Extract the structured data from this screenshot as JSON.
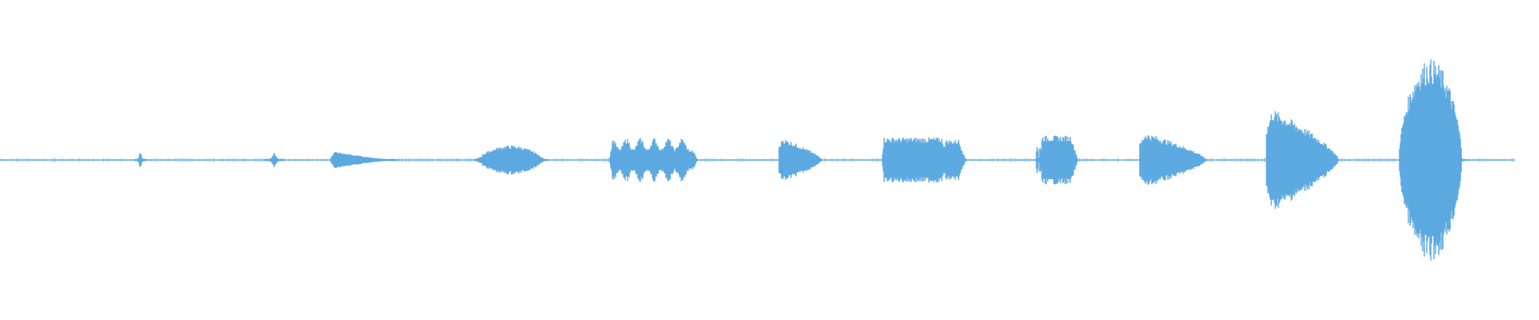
{
  "waveform": {
    "color": "#5DA9E1",
    "background": "#FFFFFF",
    "segments": [
      {
        "shape": "spike",
        "amplitude": 0.05
      },
      {
        "shape": "spike",
        "amplitude": 0.04
      },
      {
        "shape": "tapered",
        "amplitude": 0.05
      },
      {
        "shape": "lens",
        "amplitude": 0.08
      },
      {
        "shape": "ragged-bar",
        "amplitude": 0.12
      },
      {
        "shape": "decay",
        "amplitude": 0.12
      },
      {
        "shape": "double-bar",
        "amplitude": 0.13
      },
      {
        "shape": "bar-with-tick",
        "amplitude": 0.14
      },
      {
        "shape": "decay",
        "amplitude": 0.15
      },
      {
        "shape": "decay",
        "amplitude": 0.28
      },
      {
        "shape": "bell",
        "amplitude": 0.55
      }
    ]
  }
}
